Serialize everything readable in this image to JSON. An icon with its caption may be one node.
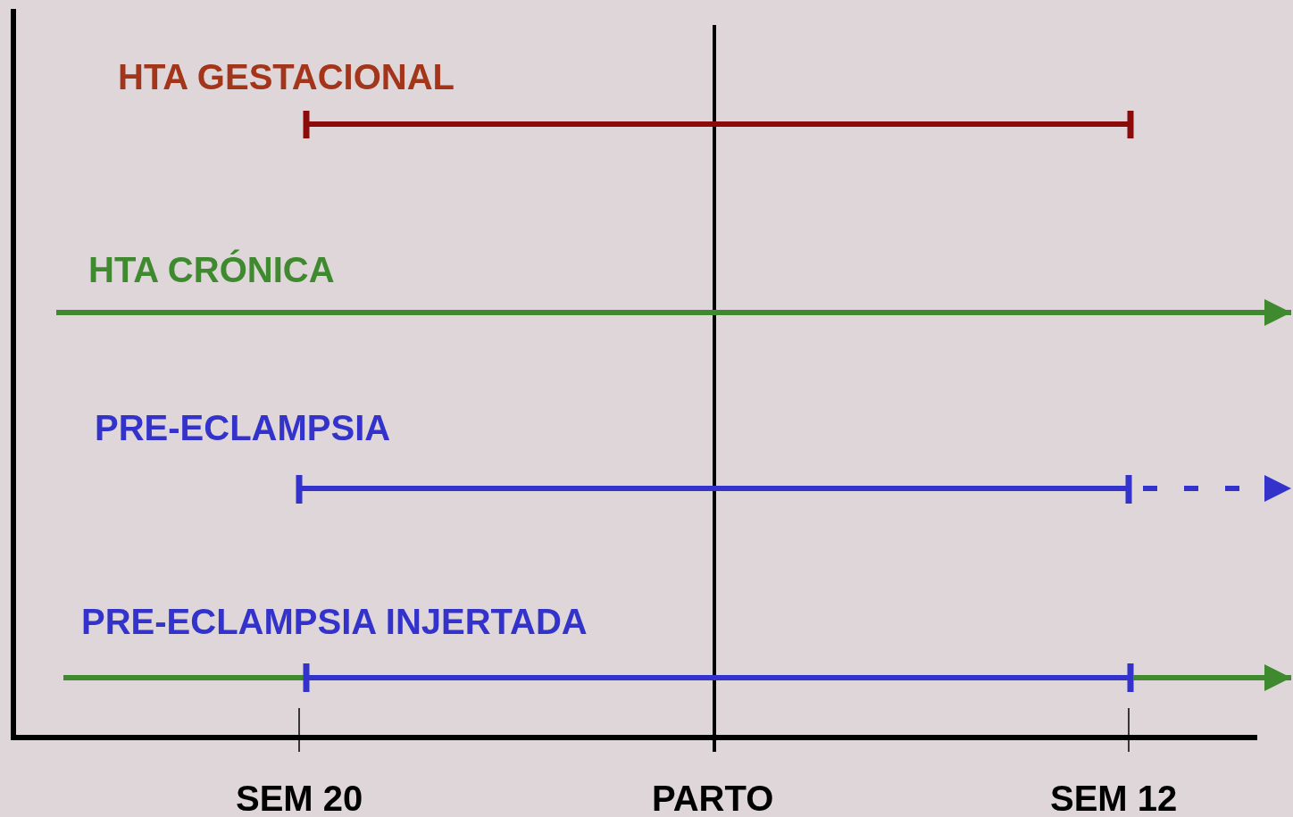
{
  "diagram": {
    "labels": [
      "HTA GESTACIONAL",
      "HTA CRÓNICA",
      "PRE-ECLAMPSIA",
      "PRE-ECLAMPSIA INJERTADA",
      "SEM 20",
      "PARTO",
      "SEM 12"
    ]
  }
}
